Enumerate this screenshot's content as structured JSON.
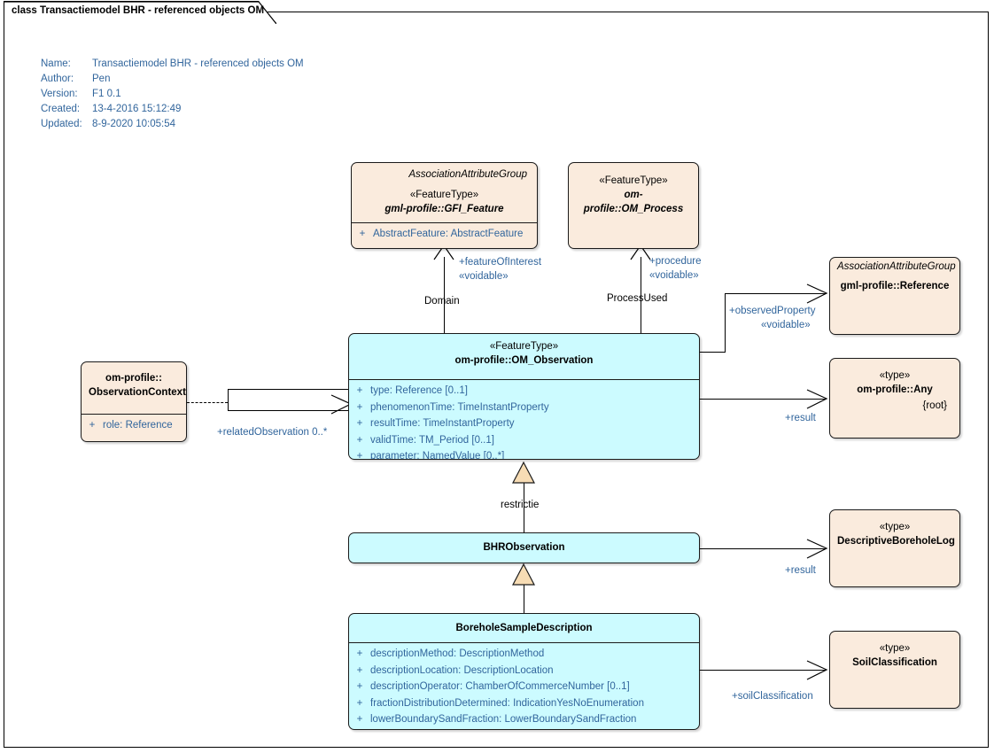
{
  "diagram": {
    "tab_title": "class Transactiemodel BHR - referenced objects OM",
    "meta": [
      {
        "key": "Name:",
        "value": "Transactiemodel BHR - referenced objects OM"
      },
      {
        "key": "Author:",
        "value": "Pen"
      },
      {
        "key": "Version:",
        "value": "F1 0.1"
      },
      {
        "key": "Created:",
        "value": "13-4-2016 15:12:49"
      },
      {
        "key": "Updated:",
        "value": "8-9-2020 10:05:54"
      }
    ],
    "colors": {
      "class_cyan": "#CCFBFF",
      "class_peach": "#FAEBDD",
      "attribute_text": "#31659C",
      "border": "#1A1A1A",
      "generalization_fill": "#F7DCB4"
    }
  },
  "nodes": {
    "gfi_feature": {
      "association_attribute_group": "AssociationAttributeGroup",
      "stereotype": "«FeatureType»",
      "name": "gml-profile::GFI_Feature",
      "attributes": [
        {
          "visibility": "+",
          "text": "AbstractFeature: AbstractFeature"
        }
      ]
    },
    "om_process": {
      "stereotype": "«FeatureType»",
      "name": "om-profile::OM_Process"
    },
    "reference": {
      "association_attribute_group": "AssociationAttributeGroup",
      "name": "gml-profile::Reference"
    },
    "observation_context": {
      "name_line1": "om-profile::",
      "name_line2": "ObservationContext",
      "attributes": [
        {
          "visibility": "+",
          "text": "role: Reference"
        }
      ]
    },
    "om_observation": {
      "stereotype": "«FeatureType»",
      "name": "om-profile::OM_Observation",
      "attributes": [
        {
          "visibility": "+",
          "text": "type: Reference [0..1]"
        },
        {
          "visibility": "+",
          "text": "phenomenonTime: TimeInstantProperty"
        },
        {
          "visibility": "+",
          "text": "resultTime: TimeInstantProperty"
        },
        {
          "visibility": "+",
          "text": "validTime: TM_Period [0..1]"
        },
        {
          "visibility": "+",
          "text": "parameter: NamedValue [0..*]"
        }
      ]
    },
    "any": {
      "stereotype": "«type»",
      "name": "om-profile::Any",
      "root_tag": "{root}"
    },
    "bhr_observation": {
      "name": "BHRObservation"
    },
    "descriptive_borehole_log": {
      "stereotype": "«type»",
      "name": "DescriptiveBoreholeLog"
    },
    "borehole_sample_description": {
      "name": "BoreholeSampleDescription",
      "attributes": [
        {
          "visibility": "+",
          "text": "descriptionMethod: DescriptionMethod"
        },
        {
          "visibility": "+",
          "text": "descriptionLocation: DescriptionLocation"
        },
        {
          "visibility": "+",
          "text": "descriptionOperator: ChamberOfCommerceNumber [0..1]"
        },
        {
          "visibility": "+",
          "text": "fractionDistributionDetermined: IndicationYesNoEnumeration"
        },
        {
          "visibility": "+",
          "text": "lowerBoundarySandFraction: LowerBoundarySandFraction"
        }
      ]
    },
    "soil_classification": {
      "stereotype": "«type»",
      "name": "SoilClassification"
    }
  },
  "connectors": {
    "feature_of_interest": {
      "role": "+featureOfInterest",
      "stereotype": "«voidable»",
      "source_label": "Domain"
    },
    "procedure": {
      "role": "+procedure",
      "stereotype": "«voidable»",
      "source_label": "ProcessUsed"
    },
    "observed_property": {
      "role": "+observedProperty",
      "stereotype": "«voidable»"
    },
    "result_any": {
      "role": "+result"
    },
    "related_observation": {
      "role": "+relatedObservation 0..*"
    },
    "restrictie": {
      "label": "restrictie"
    },
    "result_log": {
      "role": "+result"
    },
    "soil_classification_assoc": {
      "role": "+soilClassification"
    }
  }
}
